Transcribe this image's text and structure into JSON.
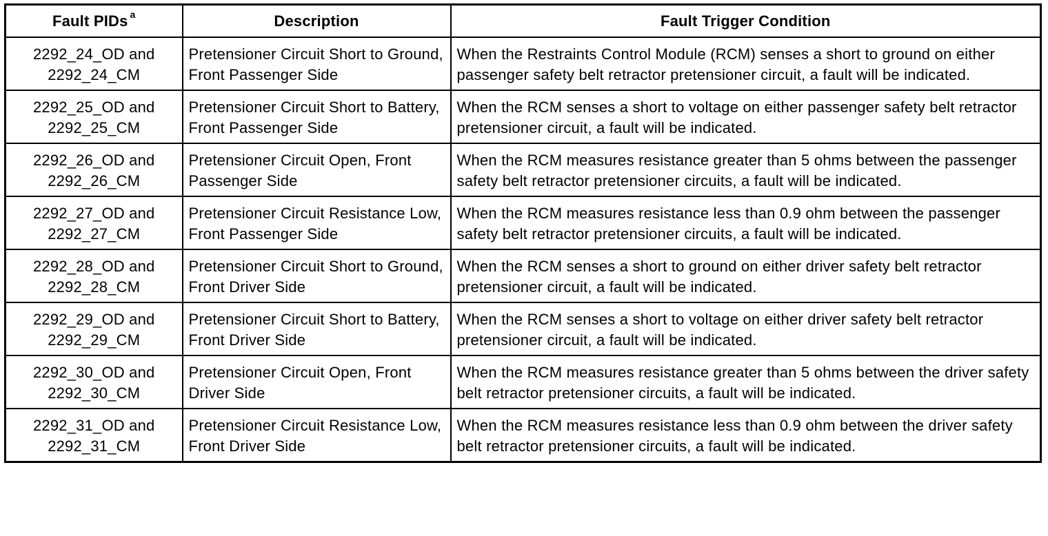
{
  "table": {
    "headers": {
      "pid": "Fault PIDs",
      "pid_footnote": "a",
      "description": "Description",
      "condition": "Fault Trigger Condition"
    },
    "rows": [
      {
        "pid_line1": "2292_24_OD and",
        "pid_line2": "2292_24_CM",
        "description": "Pretensioner Circuit Short to Ground, Front Passenger Side",
        "condition": "When the Restraints Control Module (RCM) senses a short to ground on either passenger safety belt retractor pretensioner circuit, a fault will be indicated."
      },
      {
        "pid_line1": "2292_25_OD and",
        "pid_line2": "2292_25_CM",
        "description": "Pretensioner Circuit Short to Battery, Front Passenger Side",
        "condition": "When the RCM senses a short to voltage on either passenger safety belt retractor pretensioner circuit, a fault will be indicated."
      },
      {
        "pid_line1": "2292_26_OD and",
        "pid_line2": "2292_26_CM",
        "description": "Pretensioner Circuit Open, Front Passenger Side",
        "condition": "When the RCM measures resistance greater than 5 ohms between the passenger safety belt retractor pretensioner circuits, a fault will be indicated."
      },
      {
        "pid_line1": "2292_27_OD and",
        "pid_line2": "2292_27_CM",
        "description": "Pretensioner Circuit Resistance Low, Front Passenger Side",
        "condition": "When the RCM measures resistance less than 0.9 ohm between the passenger safety belt retractor pretensioner circuits, a fault will be indicated."
      },
      {
        "pid_line1": "2292_28_OD and",
        "pid_line2": "2292_28_CM",
        "description": "Pretensioner Circuit Short to Ground, Front Driver Side",
        "condition": "When the RCM senses a short to ground on either driver safety belt retractor pretensioner circuit, a fault will be indicated."
      },
      {
        "pid_line1": "2292_29_OD and",
        "pid_line2": "2292_29_CM",
        "description": "Pretensioner Circuit Short to Battery, Front Driver Side",
        "condition": "When the RCM senses a short to voltage on either driver safety belt retractor pretensioner circuit, a fault will be indicated."
      },
      {
        "pid_line1": "2292_30_OD and",
        "pid_line2": "2292_30_CM",
        "description": "Pretensioner Circuit Open, Front Driver Side",
        "condition": "When the RCM measures resistance greater than 5 ohms between the driver safety belt retractor pretensioner circuits, a fault will be indicated."
      },
      {
        "pid_line1": "2292_31_OD and",
        "pid_line2": "2292_31_CM",
        "description": "Pretensioner Circuit Resistance Low, Front Driver Side",
        "condition": "When the RCM measures resistance less than 0.9 ohm between the driver safety belt retractor pretensioner circuits, a fault will be indicated."
      }
    ]
  }
}
